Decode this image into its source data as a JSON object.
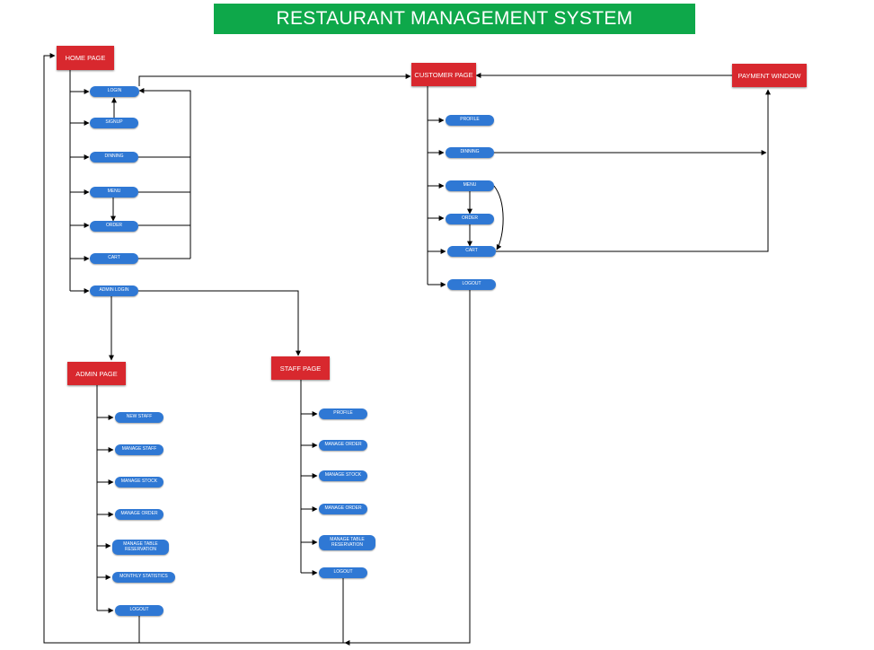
{
  "title": "RESTAURANT MANAGEMENT SYSTEM",
  "pages": {
    "home": "HOME PAGE",
    "customer": "CUSTOMER PAGE",
    "payment": "PAYMENT WINDOW",
    "admin": "ADMIN PAGE",
    "staff": "STAFF PAGE"
  },
  "home_items": {
    "login": "LOGIN",
    "signup": "SIGNUP",
    "dinning": "DINNING",
    "menu": "MENU",
    "order": "ORDER",
    "cart": "CART",
    "admin_login": "ADMIN LOGIN"
  },
  "customer_items": {
    "profile": "PROFILE",
    "dinning": "DINNING",
    "menu": "MENU",
    "order": "ORDER",
    "cart": "CART",
    "logout": "LOGOUT"
  },
  "admin_items": {
    "new_staff": "NEW STAFF",
    "manage_staff": "MANAGE STAFF",
    "manage_stock": "MANAGE STOCK",
    "manage_order": "MANAGE ORDER",
    "manage_table": "MANAGE TABLE\nRESERVATION",
    "monthly_statistics": "MONTHLY STATISTICS",
    "logout": "LOGOUT"
  },
  "staff_items": {
    "profile": "PROFILE",
    "manage_order_1": "MANAGE ORDER",
    "manage_stock": "MANAGE STOCK",
    "manage_order_2": "MANAGE ORDER",
    "manage_table": "MANAGE TABLE\nRESERVATION",
    "logout": "LOGOUT"
  },
  "colors": {
    "title_bg": "#0ea84a",
    "page_box": "#d8282e",
    "pill": "#2f78d4",
    "line": "#000000"
  }
}
